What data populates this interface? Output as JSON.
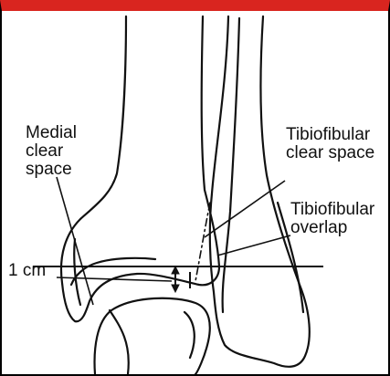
{
  "frame": {
    "top_bar_color": "#d9251f",
    "border_color": "#000000",
    "background": "#ffffff"
  },
  "figure": {
    "type": "ankle radiograph landmarks line drawing",
    "labels": {
      "medial_clear_space": "Medial\nclear\nspace",
      "tibiofibular_clear_space": "Tibiofibular\nclear space",
      "tibiofibular_overlap": "Tibiofibular\noverlap",
      "measure": "1 cm"
    }
  }
}
